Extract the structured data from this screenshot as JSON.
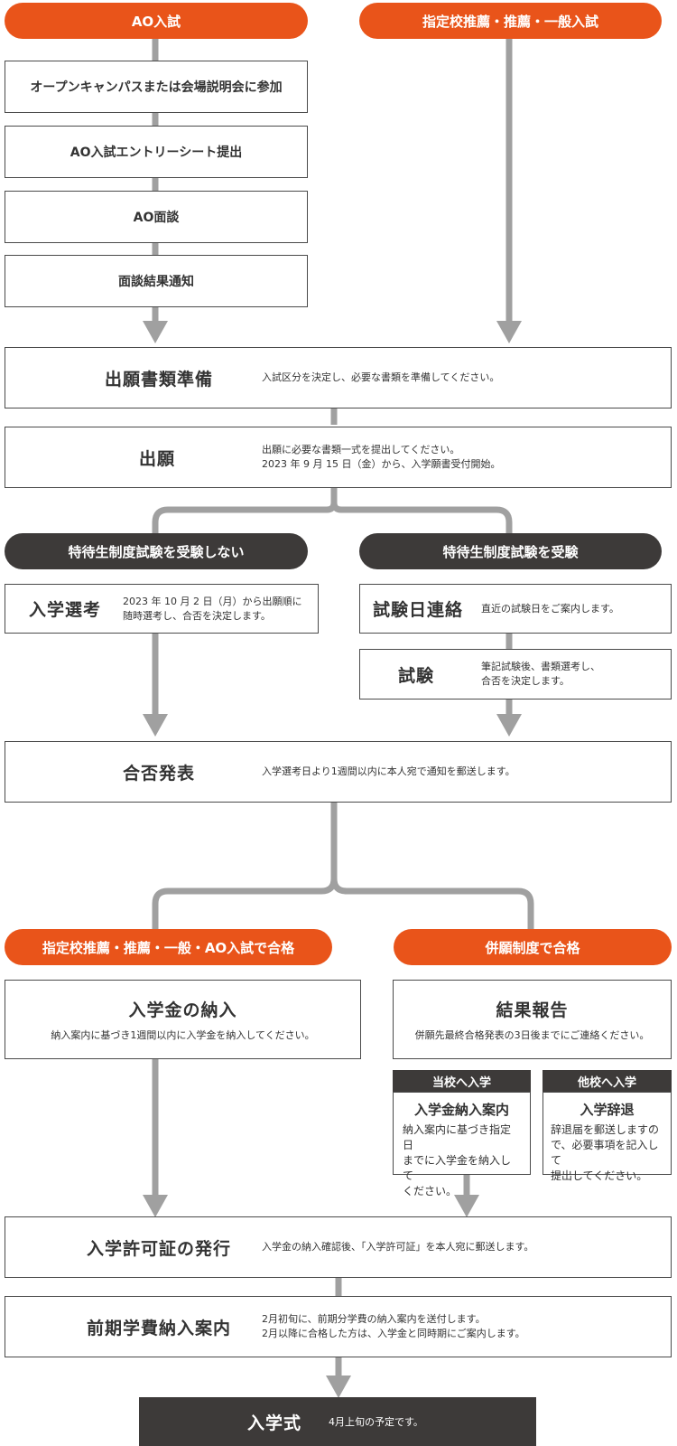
{
  "top": {
    "ao_label": "AO入試",
    "other_label": "指定校推薦・推薦・一般入試"
  },
  "ao_steps": [
    "オープンキャンパスまたは会場説明会に参加",
    "AO入試エントリーシート提出",
    "AO面談",
    "面談結果通知"
  ],
  "prep": {
    "title": "出願書類準備",
    "desc": "入試区分を決定し、必要な書類を準備してください。"
  },
  "apply": {
    "title": "出願",
    "desc1": "出願に必要な書類一式を提出してください。",
    "desc2": "2023 年 9 月 15 日（金）から、入学願書受付開始。"
  },
  "branch1": {
    "left_label": "特待生制度試験を受験しない",
    "right_label": "特待生制度試験を受験"
  },
  "selection": {
    "title": "入学選考",
    "desc1": "2023 年 10 月 2 日（月）から出願順に",
    "desc2": "随時選考し、合否を決定します。"
  },
  "exam_contact": {
    "title": "試験日連絡",
    "desc": "直近の試験日をご案内します。"
  },
  "exam": {
    "title": "試験",
    "desc1": "筆記試験後、書類選考し、",
    "desc2": "合否を決定します。"
  },
  "result": {
    "title": "合否発表",
    "desc": "入学選考日より1週間以内に本人宛で通知を郵送します。"
  },
  "branch2": {
    "left_label": "指定校推薦・推薦・一般・AO入試で合格",
    "right_label": "併願制度で合格"
  },
  "payment": {
    "title": "入学金の納入",
    "desc": "納入案内に基づき1週間以内に入学金を納入してください。"
  },
  "report": {
    "title": "結果報告",
    "desc": "併願先最終合格発表の3日後までにご連絡ください。"
  },
  "this_school": {
    "tag": "当校へ入学",
    "title": "入学金納入案内",
    "lines": [
      "納入案内に基づき指定日",
      "までに入学金を納入して",
      "ください。"
    ]
  },
  "other_school": {
    "tag": "他校へ入学",
    "title": "入学辞退",
    "lines": [
      "辞退届を郵送しますの",
      "で、必要事項を記入して",
      "提出してください。"
    ]
  },
  "permit": {
    "title": "入学許可証の発行",
    "desc": "入学金の納入確認後、「入学許可証」を本人宛に郵送します。"
  },
  "tuition": {
    "title": "前期学費納入案内",
    "desc1": "2月初旬に、前期分学費の納入案内を送付します。",
    "desc2": "2月以降に合格した方は、入学金と同時期にご案内します。"
  },
  "ceremony": {
    "title": "入学式",
    "desc": "4月上旬の予定です。"
  },
  "colors": {
    "orange": "#e9541a",
    "dark": "#3d3a39",
    "connector": "#a0a0a0"
  }
}
